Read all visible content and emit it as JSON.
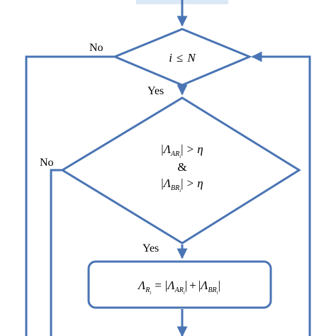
{
  "diagram": {
    "labels": {
      "no_top": "No",
      "no_left": "No",
      "yes_1": "Yes",
      "yes_2": "Yes",
      "and": "&"
    },
    "decision1": {
      "expr_main": "i",
      "expr_op": "≤",
      "expr_rhs": "N"
    },
    "decision2": {
      "line1_lambda": "Λ",
      "line1_sub": "AR",
      "line1_subsub": "i",
      "line1_rel": "> η",
      "line2_lambda": "Λ",
      "line2_sub": "BR",
      "line2_subsub": "i",
      "line2_rel": "> η"
    },
    "process": {
      "lhs_lambda": "Λ",
      "lhs_sub": "R",
      "lhs_subsub": "i",
      "eq": "=",
      "t1_lambda": "Λ",
      "t1_sub": "AR",
      "t1_subsub": "i",
      "plus": "+",
      "t2_lambda": "Λ",
      "t2_sub": "BR",
      "t2_subsub": "i"
    },
    "colors": {
      "stroke": "#4a74b4",
      "top_fill": "#dbe8f6"
    }
  }
}
